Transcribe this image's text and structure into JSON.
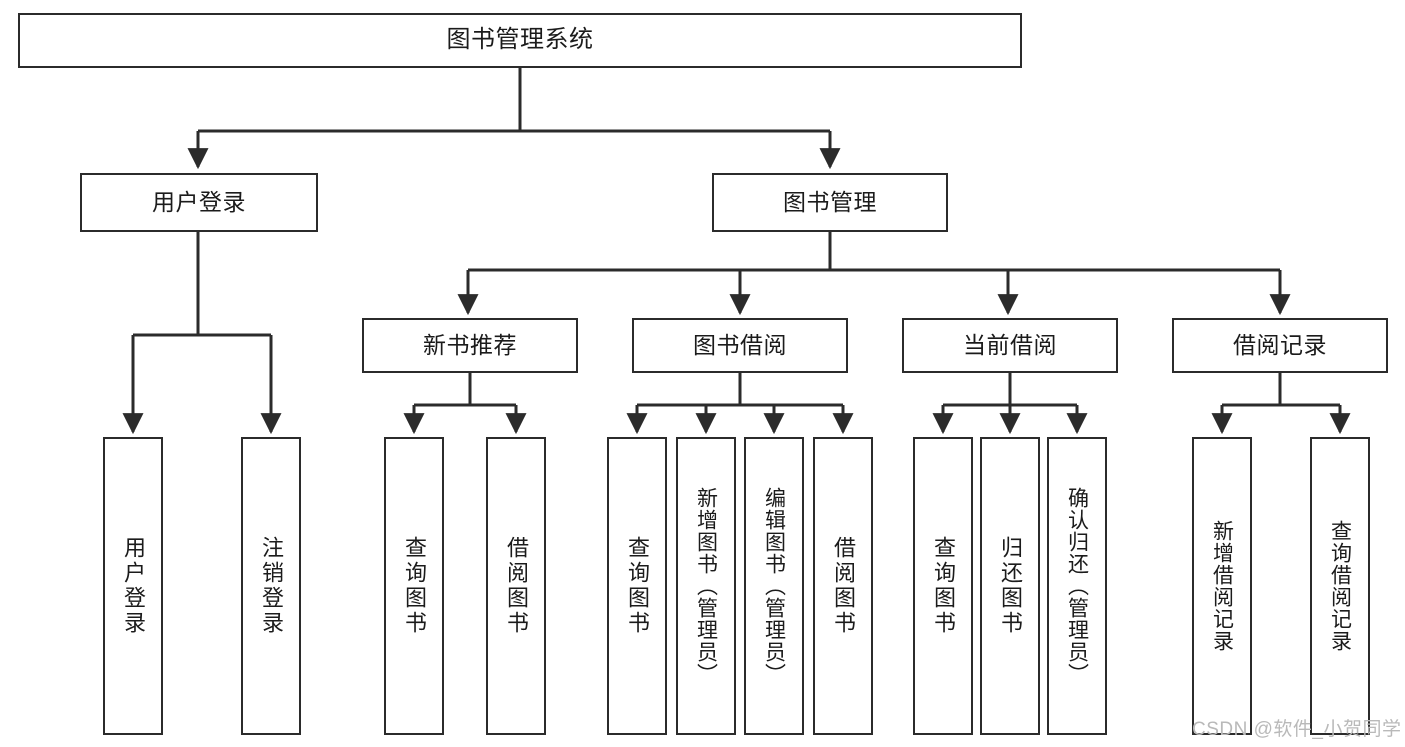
{
  "diagram": {
    "title": "图书管理系统",
    "type": "tree-hierarchy-chart",
    "colors": {
      "box_border": "#2b2b2b",
      "box_fill": "#ffffff",
      "edge": "#2b2b2b",
      "text": "#1b1b1b",
      "watermark": "#b9b9b9",
      "background": "#ffffff"
    },
    "root": {
      "label": "图书管理系统"
    },
    "level2": [
      {
        "label": "用户登录"
      },
      {
        "label": "图书管理"
      }
    ],
    "level3": [
      {
        "label": "新书推荐"
      },
      {
        "label": "图书借阅"
      },
      {
        "label": "当前借阅"
      },
      {
        "label": "借阅记录"
      }
    ],
    "leaves": {
      "user_login": [
        {
          "label": "用户登录"
        },
        {
          "label": "注销登录"
        }
      ],
      "new_book_recommend": [
        {
          "label": "查询图书"
        },
        {
          "label": "借阅图书"
        }
      ],
      "book_borrow": [
        {
          "label": "查询图书"
        },
        {
          "label": "新增图书（管理员）"
        },
        {
          "label": "编辑图书（管理员）"
        },
        {
          "label": "借阅图书"
        }
      ],
      "current_borrow": [
        {
          "label": "查询图书"
        },
        {
          "label": "归还图书"
        },
        {
          "label": "确认归还（管理员）"
        }
      ],
      "borrow_record": [
        {
          "label": "新增借阅记录"
        },
        {
          "label": "查询借阅记录"
        }
      ]
    },
    "watermark": "CSDN @软件_小贺同学"
  }
}
